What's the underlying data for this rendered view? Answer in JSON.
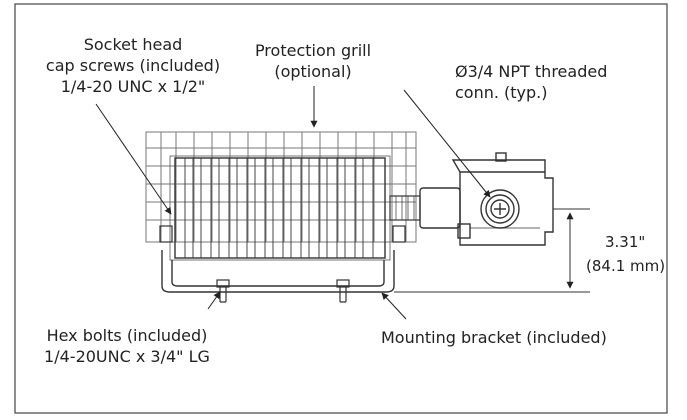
{
  "labels": {
    "socket_screws": [
      "Socket head",
      "cap screws (included)",
      "1/4-20 UNC x 1/2\""
    ],
    "protection_grill": [
      "Protection grill",
      "(optional)"
    ],
    "npt_conn": [
      "Ø3/4 NPT threaded",
      "conn. (typ.)"
    ],
    "dimension": [
      "3.31\"",
      "(84.1 mm)"
    ],
    "hex_bolts": [
      "Hex bolts (included)",
      "1/4-20UNC x 3/4\" LG"
    ],
    "mounting_bracket": "Mounting bracket (included)"
  }
}
